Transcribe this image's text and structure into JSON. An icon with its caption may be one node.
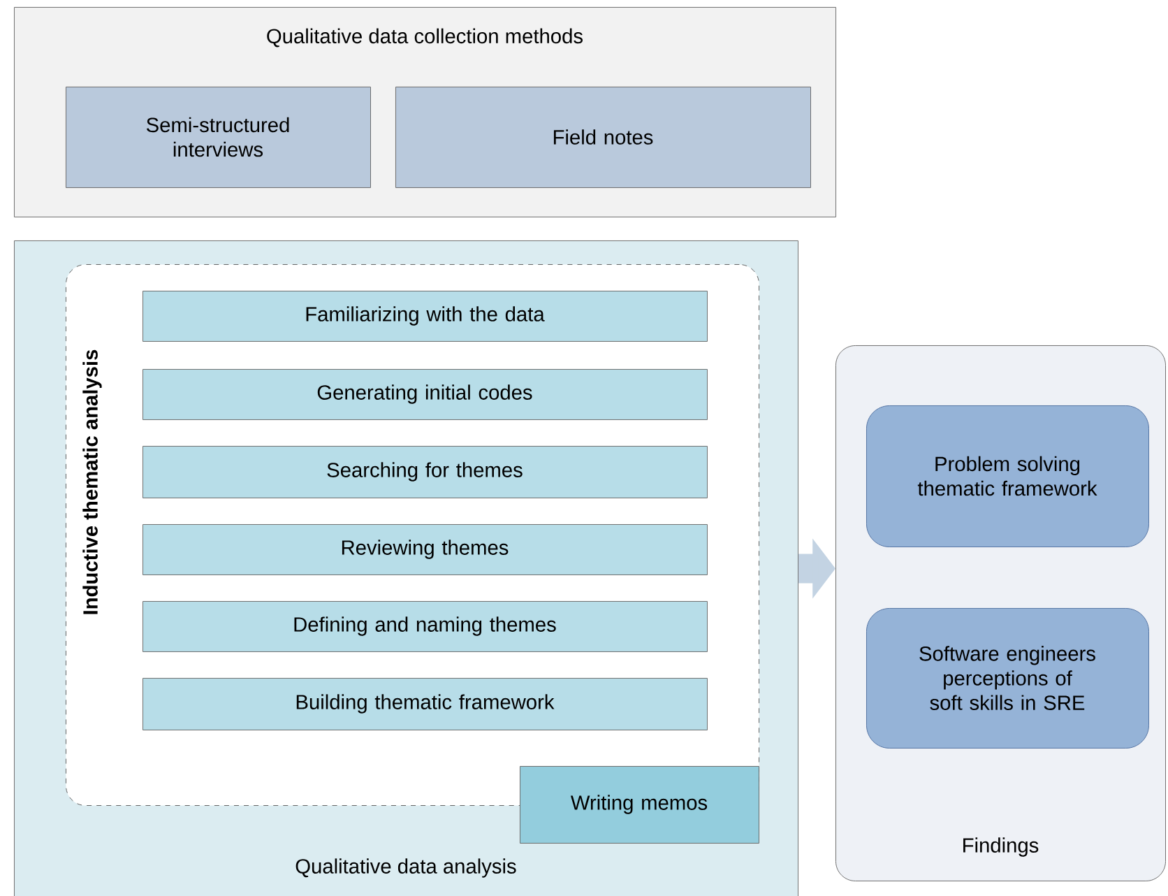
{
  "diagram": {
    "nodes": [
      {
        "text": [
          "Qualitative data collection methods"
        ]
      },
      {
        "text": [
          "Semi-structured interviews"
        ],
        "in": 0
      },
      {
        "text": [
          "Field notes"
        ],
        "in": 0
      },
      {
        "text": [
          "Qualitative data analysis"
        ]
      },
      {
        "text": [
          "Inductive thematic analysis"
        ],
        "in": 3
      },
      {
        "text": [
          "Familiarizing with the data"
        ],
        "in": 4
      },
      {
        "text": [
          "Generating initial codes"
        ],
        "in": 4
      },
      {
        "text": [
          "Searching for themes"
        ],
        "in": 4
      },
      {
        "text": [
          "Reviewing themes"
        ],
        "in": 4
      },
      {
        "text": [
          "Defining and naming themes"
        ],
        "in": 4
      },
      {
        "text": [
          "Building thematic framework"
        ],
        "in": 4
      },
      {
        "text": [
          "Writing memos"
        ],
        "in": 3
      },
      {
        "text": [
          "Findings"
        ]
      },
      {
        "text": [
          "Problem solving thematic framework"
        ],
        "in": 12
      },
      {
        "text": [
          "Software engineers perceptions of soft skills in SRE"
        ],
        "in": 12
      }
    ],
    "edges": [
      {
        "from": 3,
        "to": 12,
        "arrow": "to"
      }
    ]
  }
}
